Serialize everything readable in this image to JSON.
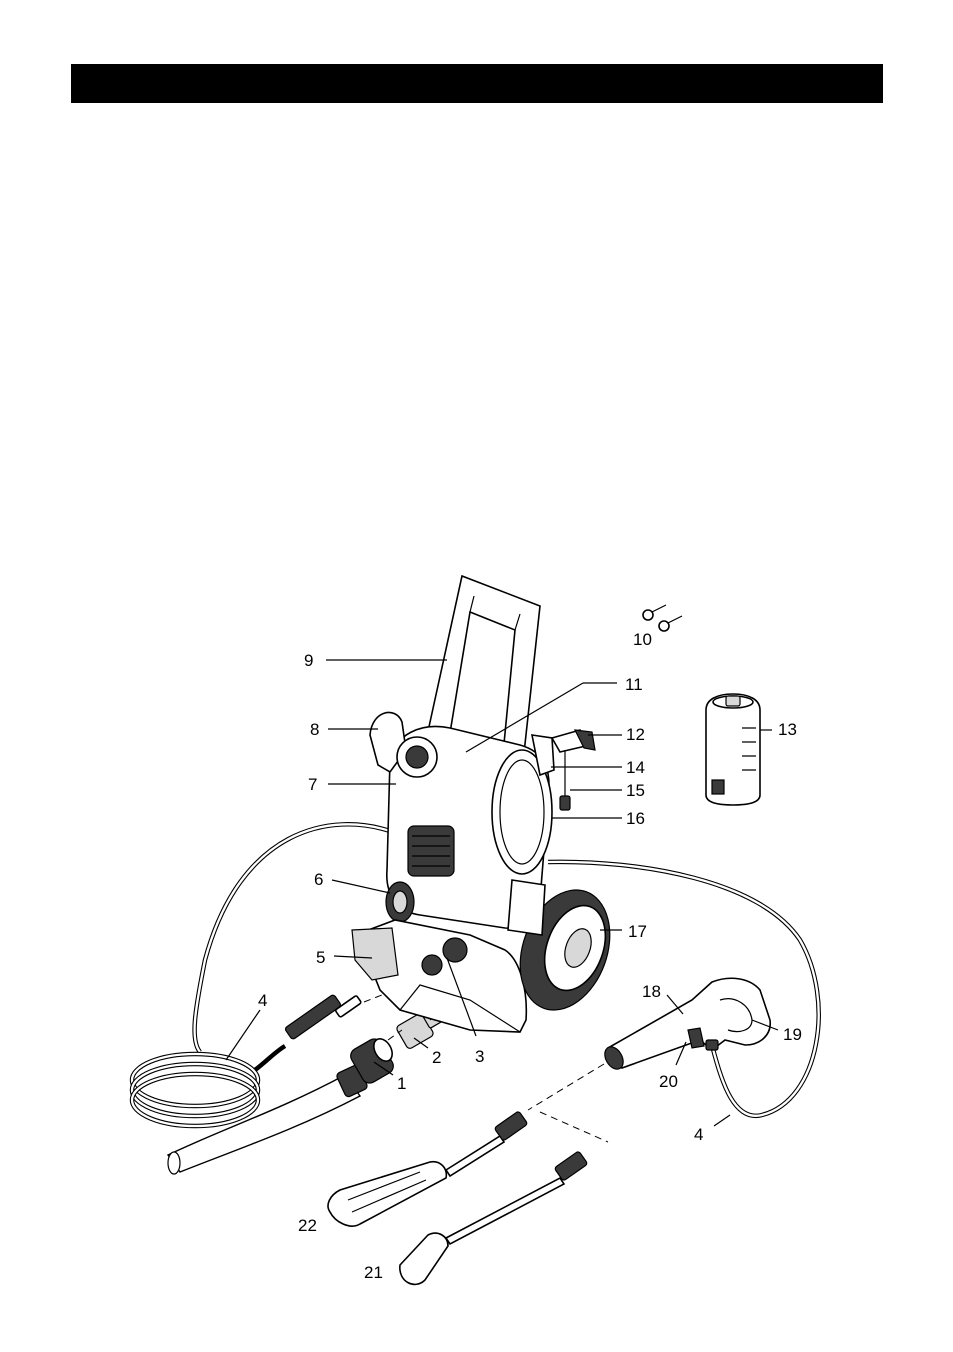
{
  "colors": {
    "header_bar": "#000000",
    "line_art": "#000000",
    "background": "#ffffff"
  },
  "callouts": {
    "c1": "1",
    "c2": "2",
    "c3": "3",
    "c4a": "4",
    "c4b": "4",
    "c5": "5",
    "c6": "6",
    "c7": "7",
    "c8": "8",
    "c9": "9",
    "c10": "10",
    "c11": "11",
    "c12": "12",
    "c13": "13",
    "c14": "14",
    "c15": "15",
    "c16": "16",
    "c17": "17",
    "c18": "18",
    "c19": "19",
    "c20": "20",
    "c21": "21",
    "c22": "22"
  }
}
